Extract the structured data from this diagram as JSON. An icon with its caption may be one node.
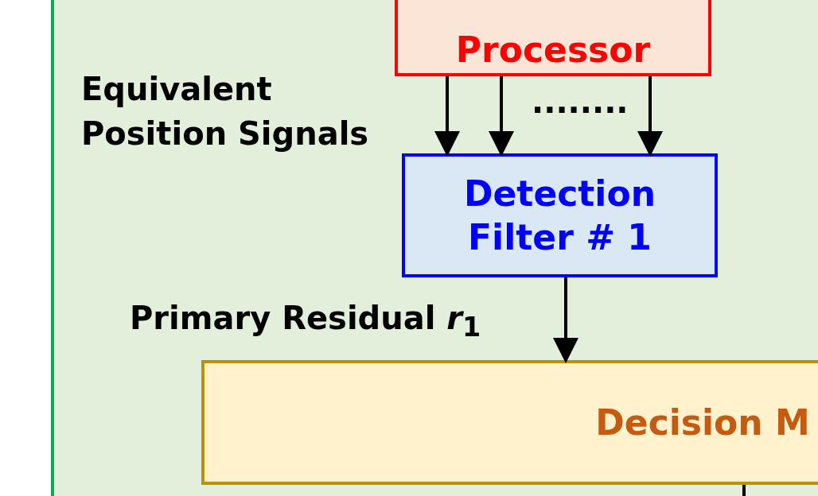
{
  "diagram": {
    "nodes": [
      {
        "text": [],
        "shape": "box"
      },
      {
        "text": [
          "Processor"
        ],
        "in": 0
      },
      {
        "text": [
          "Detection Filter # 1"
        ],
        "in": 0
      },
      {
        "text": [
          "Decision M"
        ],
        "in": 0
      }
    ],
    "edges": [
      {
        "from": 1,
        "to": 2,
        "arrow": "to"
      },
      {
        "from": 1,
        "to": 2,
        "arrow": "to"
      },
      {
        "from": 1,
        "to": 2,
        "arrow": "to"
      },
      {
        "from": 2,
        "to": 3,
        "arrow": "to"
      },
      {
        "from": 3,
        "to": null,
        "arrow": "none"
      }
    ],
    "labels": [
      "Equivalent Position Signals",
      "........",
      "Primary Residual *r*$_{1}$"
    ]
  }
}
